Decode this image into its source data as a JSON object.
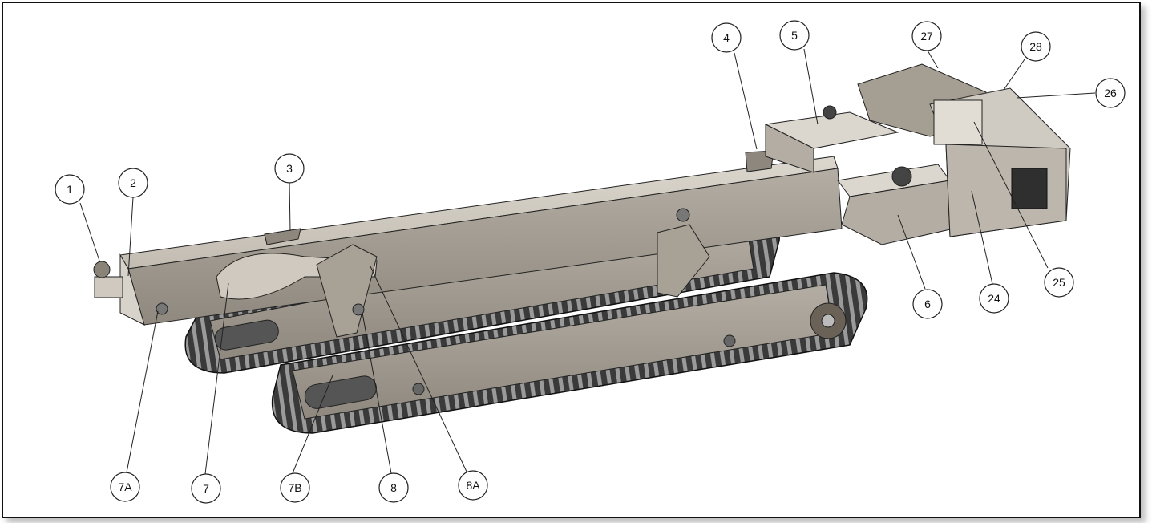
{
  "balloons": [
    {
      "id": "b1",
      "label": "1"
    },
    {
      "id": "b2",
      "label": "2"
    },
    {
      "id": "b3",
      "label": "3"
    },
    {
      "id": "b4",
      "label": "4"
    },
    {
      "id": "b5",
      "label": "5"
    },
    {
      "id": "b6",
      "label": "6"
    },
    {
      "id": "b7",
      "label": "7"
    },
    {
      "id": "b7A",
      "label": "7A"
    },
    {
      "id": "b7B",
      "label": "7B"
    },
    {
      "id": "b8",
      "label": "8"
    },
    {
      "id": "b8A",
      "label": "8A"
    },
    {
      "id": "b24",
      "label": "24"
    },
    {
      "id": "b25",
      "label": "25"
    },
    {
      "id": "b26",
      "label": "26"
    },
    {
      "id": "b27",
      "label": "27"
    },
    {
      "id": "b28",
      "label": "28"
    }
  ],
  "colors": {
    "body": "#b9b3a9",
    "body_dark": "#8e877d",
    "body_light": "#d6d1c8",
    "track": "#2b2b2b",
    "line": "#222222"
  }
}
